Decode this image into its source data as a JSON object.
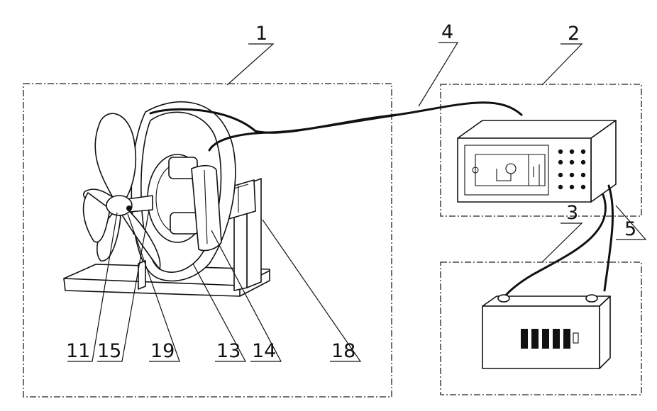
{
  "labels": {
    "generator_unit": "1",
    "controller_unit": "2",
    "battery_unit": "3",
    "cable_main": "4",
    "cable_battery": "5",
    "propeller": "11",
    "hub": "15",
    "shaft": "19",
    "rotor_ring": "13",
    "stator": "14",
    "support": "18"
  },
  "colors": {
    "line": "#111111",
    "background": "#ffffff"
  }
}
